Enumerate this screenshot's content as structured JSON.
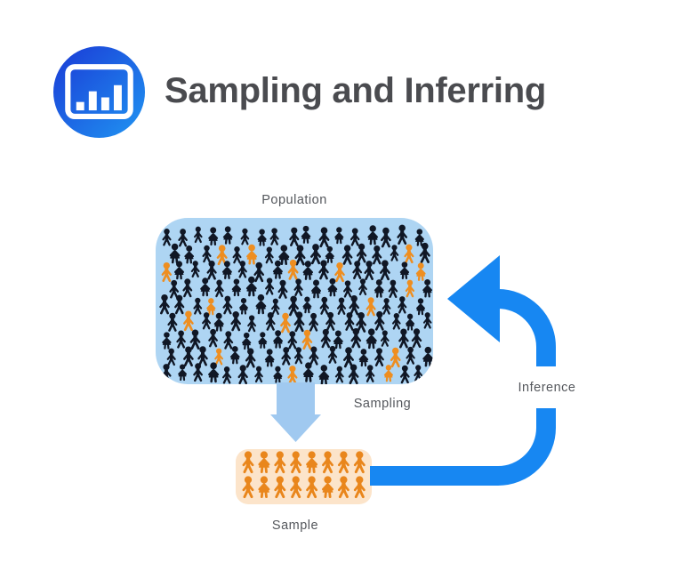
{
  "header": {
    "icon_name": "bar-chart-icon",
    "icon_gradient": [
      "#1a3ad6",
      "#2095f2"
    ],
    "icon_glyph_color": "#ffffff",
    "title": "Sampling and Inferring",
    "title_color": "#4a4b4f"
  },
  "diagram": {
    "label_color": "#54575c",
    "population": {
      "label": "Population",
      "box_fill": "#aed5f3",
      "figure_color": "#101725",
      "highlight_color": "#ee8e20",
      "rows": 9,
      "cols": 17,
      "orange_positions": [
        [
          1,
          3
        ],
        [
          1,
          5
        ],
        [
          1,
          15
        ],
        [
          2,
          0
        ],
        [
          2,
          8
        ],
        [
          2,
          11
        ],
        [
          2,
          16
        ],
        [
          3,
          15
        ],
        [
          4,
          3
        ],
        [
          4,
          13
        ],
        [
          5,
          1
        ],
        [
          5,
          7
        ],
        [
          6,
          9
        ],
        [
          7,
          3
        ],
        [
          7,
          14
        ],
        [
          8,
          8
        ],
        [
          8,
          14
        ]
      ]
    },
    "sampling_arrow": {
      "label": "Sampling",
      "fill": "#a0c9f0"
    },
    "sample": {
      "label": "Sample",
      "box_fill": "#fce4ca",
      "figure_color": "#e9861c",
      "rows": [
        [
          "boy",
          "girl",
          "boy",
          "boy",
          "girl",
          "boy",
          "boy",
          "boy"
        ],
        [
          "boy",
          "girl",
          "boy",
          "boy",
          "boy",
          "girl",
          "boy",
          "boy"
        ]
      ]
    },
    "inference_arrow": {
      "label": "Inference",
      "color": "#1787f2"
    }
  }
}
